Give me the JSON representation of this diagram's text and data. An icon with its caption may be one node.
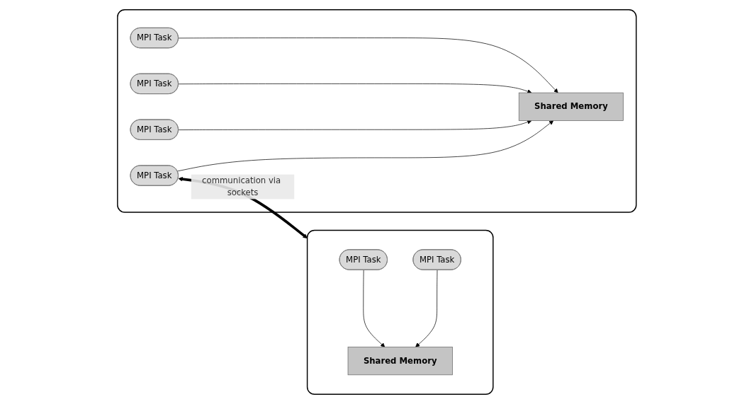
{
  "diagram": {
    "nodes": [
      {
        "text": [],
        "shape": "box"
      },
      {
        "text": [
          "MPI Task"
        ],
        "in": 0
      },
      {
        "text": [
          "MPI Task"
        ],
        "in": 0
      },
      {
        "text": [
          "Shared Memory"
        ],
        "in": 0
      },
      {
        "text": [
          "MPI Task"
        ],
        "in": 0
      },
      {
        "text": [
          "MPI Task"
        ],
        "in": 0
      },
      {
        "text": [],
        "shape": "box"
      },
      {
        "text": [
          "MPI Task"
        ],
        "in": 6
      },
      {
        "text": [
          "Shared Memory"
        ],
        "in": 6
      },
      {
        "text": [
          "MPI Task"
        ],
        "in": 6
      }
    ],
    "edges": [
      {
        "from": 1,
        "to": 3,
        "arrow": "to"
      },
      {
        "from": 2,
        "to": 3,
        "arrow": "to"
      },
      {
        "from": 4,
        "to": 3,
        "arrow": "to"
      },
      {
        "from": 5,
        "to": 3,
        "arrow": "to"
      },
      {
        "from": 7,
        "to": 8,
        "arrow": "to"
      },
      {
        "from": 9,
        "to": 8,
        "arrow": "to"
      },
      {
        "from": 5,
        "to": 6,
        "arrow": "both",
        "style": "thick",
        "label": "communication via sockets"
      }
    ]
  }
}
